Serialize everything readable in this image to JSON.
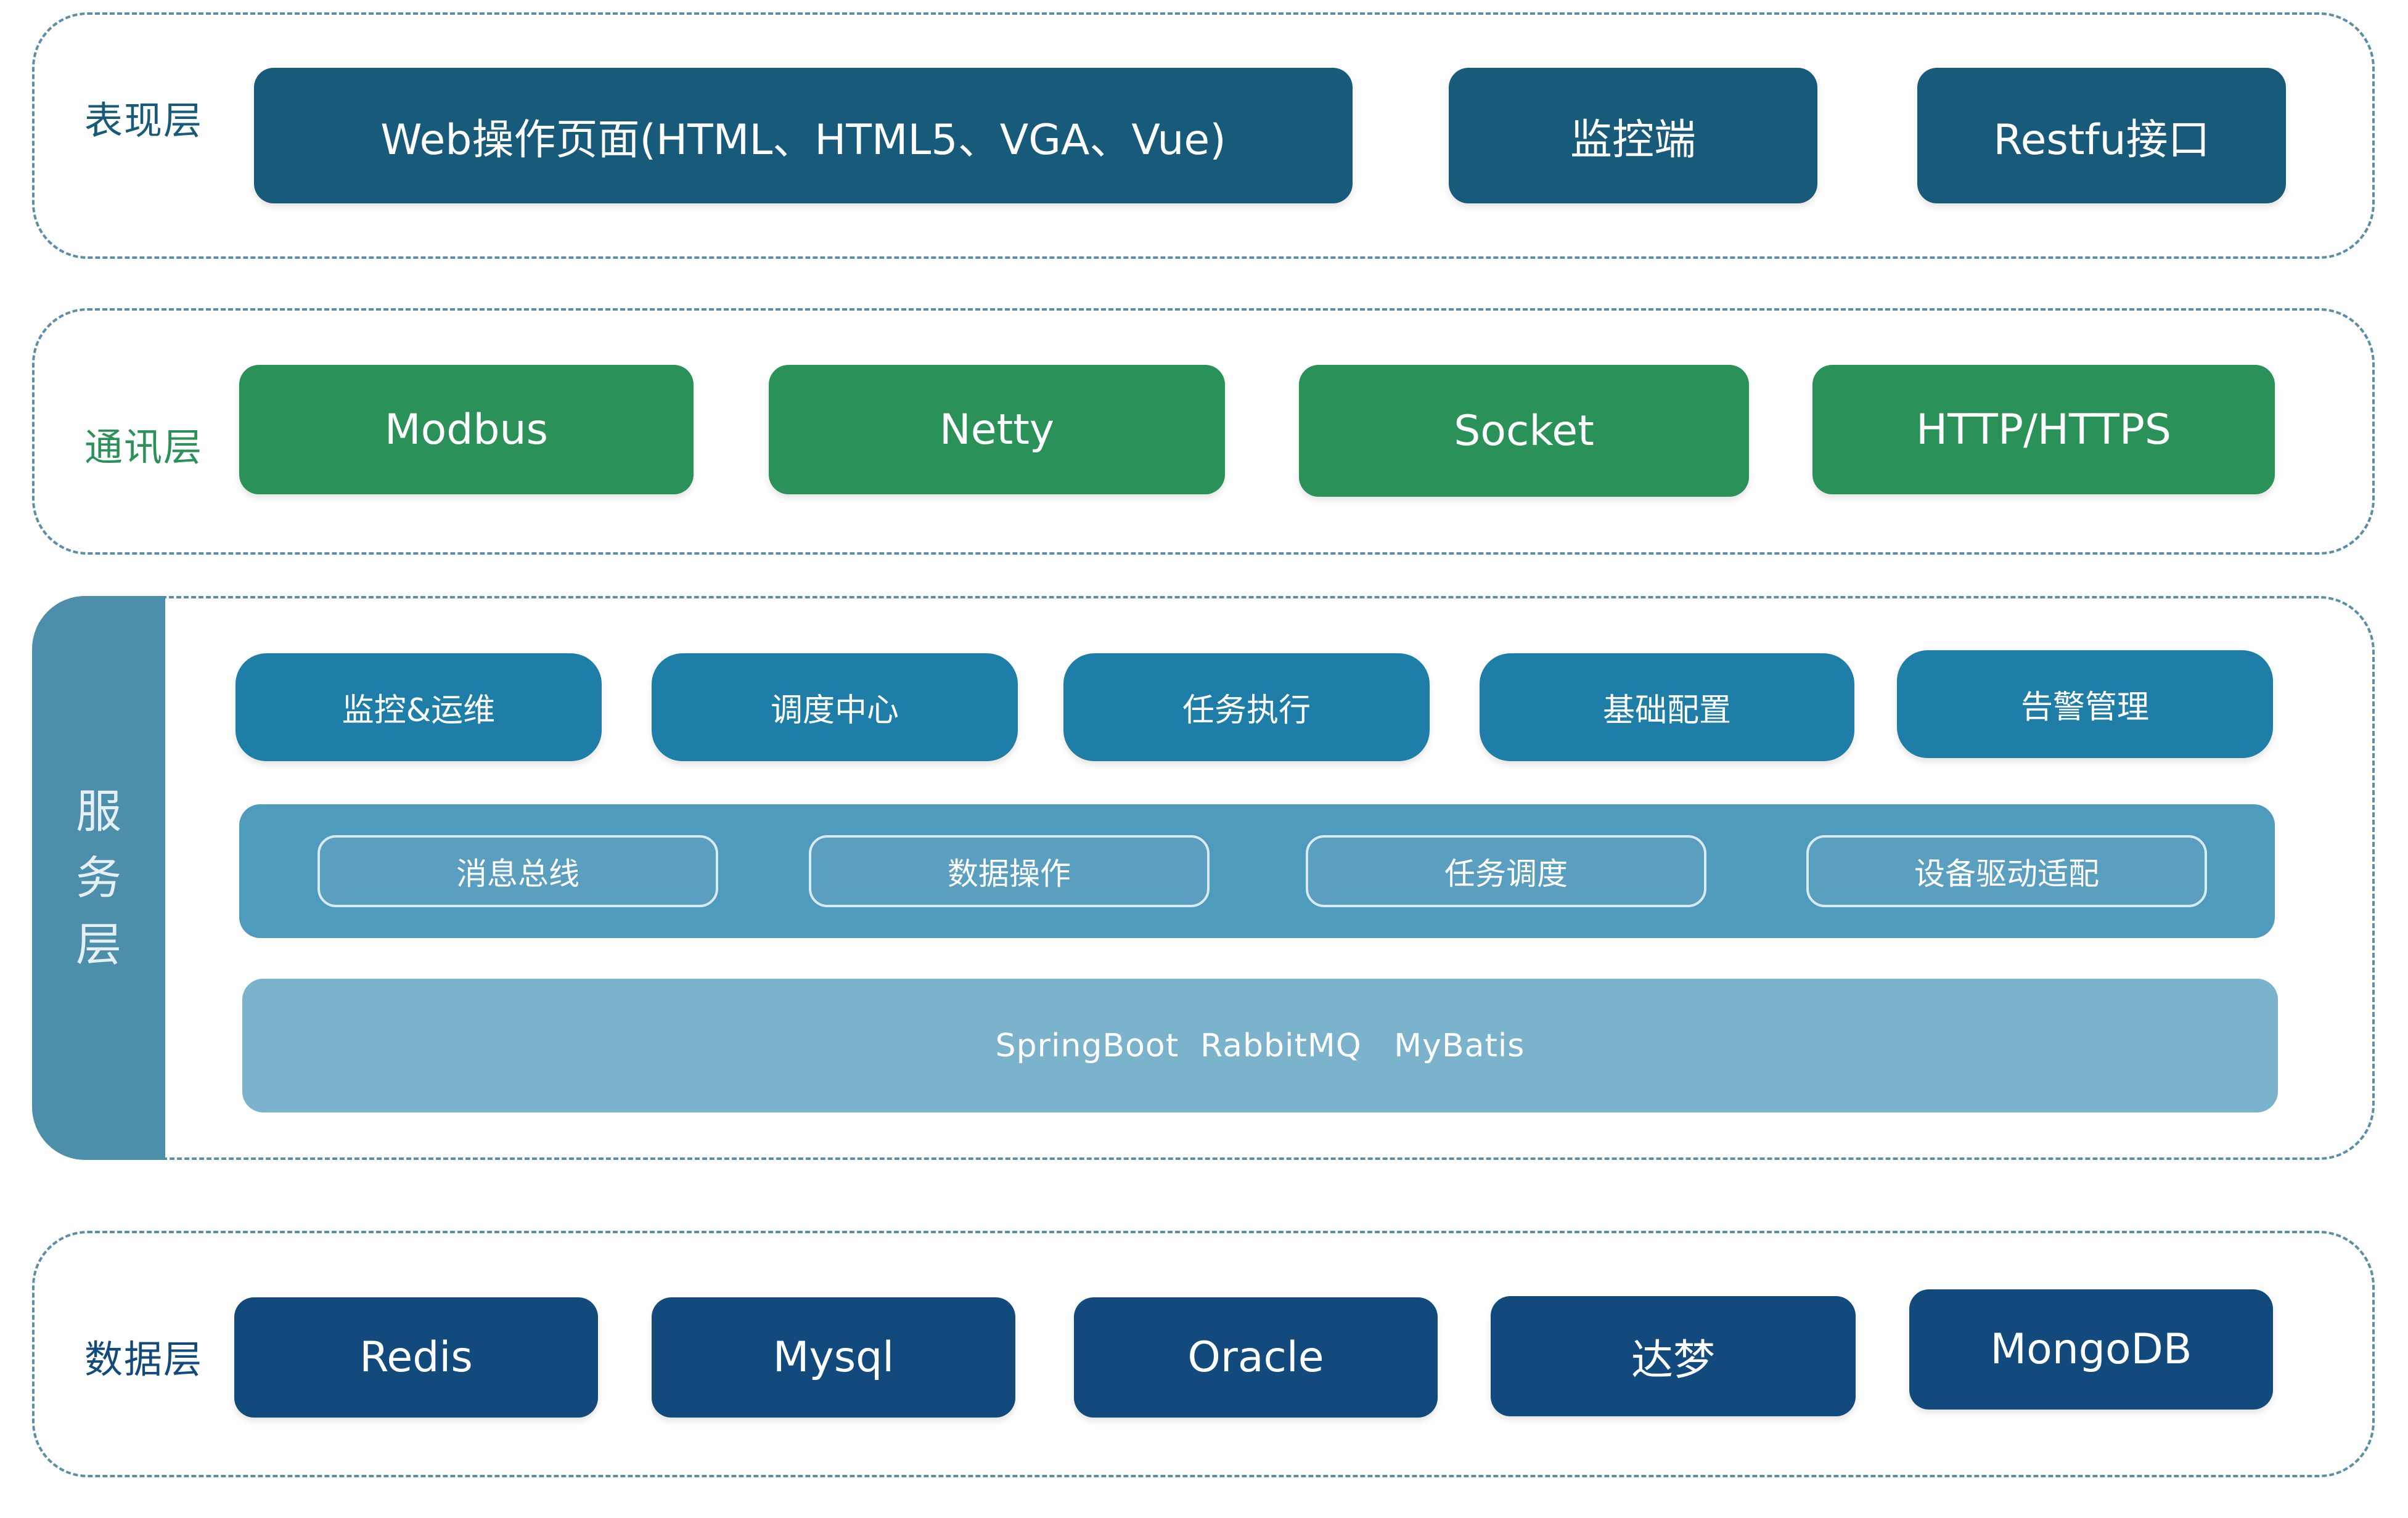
{
  "presentation": {
    "label": "表现层",
    "items": [
      "Web操作页面(HTML、HTML5、VGA、Vue)",
      "监控端",
      "Restfu接口"
    ]
  },
  "communication": {
    "label": "通讯层",
    "items": [
      "Modbus",
      "Netty",
      "Socket",
      "HTTP/HTTPS"
    ]
  },
  "service": {
    "label_chars": [
      "服",
      "务",
      "层"
    ],
    "modules": [
      "监控&运维",
      "调度中心",
      "任务执行",
      "基础配置",
      "告警管理"
    ],
    "core": [
      "消息总线",
      "数据操作",
      "任务调度",
      "设备驱动适配"
    ],
    "stack": "SpringBoot  RabbitMQ   MyBatis"
  },
  "data_layer": {
    "label": "数据层",
    "items": [
      "Redis",
      "Mysql",
      "Oracle",
      "达梦",
      "MongoDB"
    ]
  },
  "colors": {
    "presentation_box": "#175a79",
    "communication_box": "#2a9159",
    "communication_label": "#2a9159",
    "service_module": "#1f7ea8",
    "service_core_band": "#4f9bbd",
    "service_stack_band": "#7ab3cb",
    "data_box": "#124a7d",
    "layer_border": "#5b8fa8"
  }
}
